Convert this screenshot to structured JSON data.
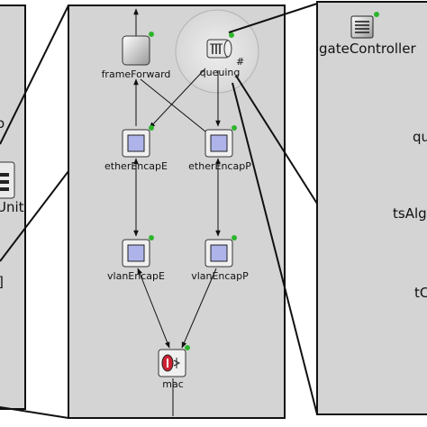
{
  "left_panel": {
    "labels": [
      "o",
      "Unit",
      "l]"
    ]
  },
  "center_panel": {
    "modules": {
      "frame_forward": "frameForward",
      "queuing": "queuing",
      "queuing_vector_marker": "#",
      "ether_encap_e": "etherEncapE",
      "ether_encap_p": "etherEncapP",
      "vlan_encap_e": "vlanEncapE",
      "vlan_encap_p": "vlanEncapP",
      "mac": "mac"
    }
  },
  "right_panel": {
    "gate_controller": "gateController",
    "labels": [
      "qu",
      "tsAlg",
      "tC"
    ]
  },
  "colors": {
    "panel_bg": "#d4d4d4",
    "module_face": "#aeb4ea",
    "mac_face": "#cc2233",
    "online_dot": "#2db52d"
  }
}
